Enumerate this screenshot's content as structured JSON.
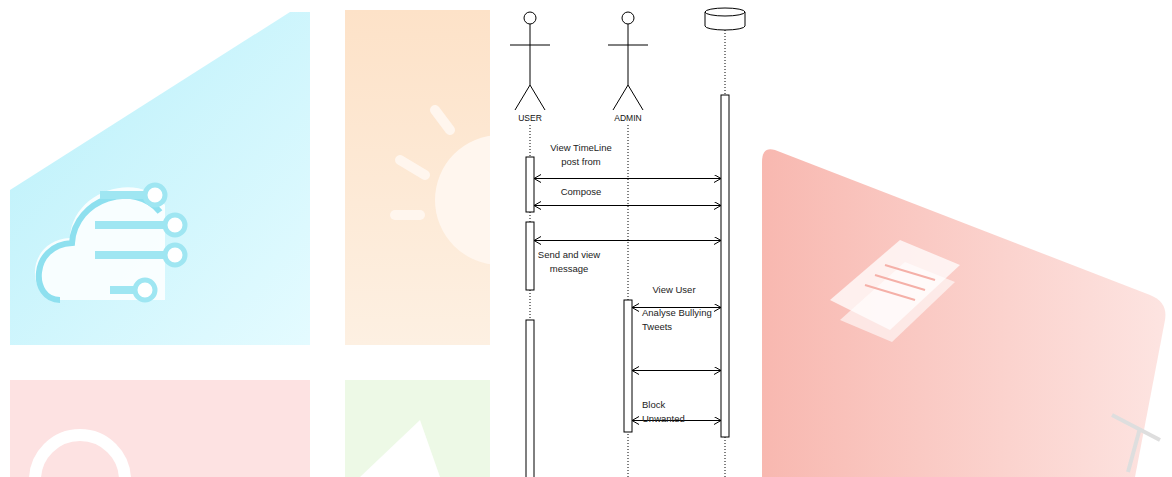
{
  "diagram": {
    "nodes": [
      {
        "text": [
          "USER"
        ]
      },
      {
        "text": [
          "ADMIN"
        ]
      },
      {
        "text": []
      }
    ],
    "edges": [
      {
        "from": 0,
        "to": 2,
        "label": "View TimeLine post from",
        "arrow": "both"
      },
      {
        "from": 0,
        "to": 2,
        "label": "Compose",
        "arrow": "both"
      },
      {
        "from": 0,
        "to": 2,
        "label": "Send and view message",
        "arrow": "both"
      },
      {
        "from": 1,
        "to": 2,
        "label": "View User",
        "arrow": "both"
      },
      {
        "from": 1,
        "to": 2,
        "label": "Analyse Bullying Tweets",
        "arrow": "both"
      },
      {
        "from": 1,
        "to": 2,
        "label": "Block Unwanted",
        "arrow": "both"
      }
    ]
  }
}
